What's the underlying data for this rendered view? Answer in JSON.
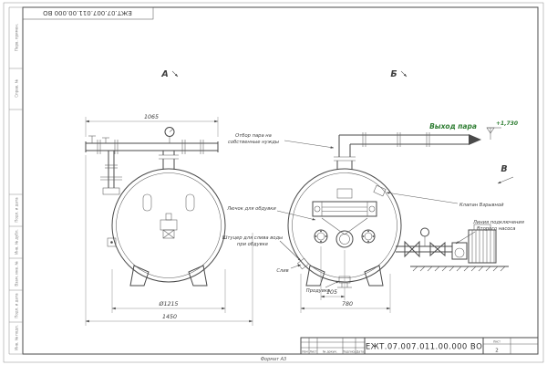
{
  "sheet": {
    "format": "Формат А3",
    "doc_number_top": "ЕЖТ.07.007.011.00.000 ВО"
  },
  "margin_stamps": {
    "perv_primen": "Перв. примен.",
    "sprav_no": "Справ. №",
    "podp_data_1": "Подп. и дата",
    "inv_dubl": "Инв. № дубл.",
    "vzam_inv": "Взам. инв. №",
    "podp_data_2": "Подп. и дата",
    "inv_podl": "Инв. № подл."
  },
  "views": {
    "a": "А",
    "b": "Б",
    "v": "В"
  },
  "annotations": {
    "steam_outlet": "Выход пара",
    "elevation": "+1,730",
    "extraction_1": "Отбор пара на",
    "extraction_2": "собственные нужды",
    "hatch": "Лючок для обдувки",
    "drain_fitting_1": "Штуцер для слива воды",
    "drain_fitting_2": "при обдувке",
    "drain": "Слив",
    "blowdown": "Продувка",
    "explosion_valve": "Клапан Взрывной",
    "pump_line_1": "Линия подключения",
    "pump_line_2": "Второго насоса"
  },
  "dimensions": {
    "pipe_span": "1065",
    "diameter": "Ø1215",
    "overall": "1450",
    "port_offset": "105",
    "leg_span": "780"
  },
  "title_block": {
    "doc_number": "ЕЖТ.07.007.011.00.000 ВО",
    "col_izm": "Изм",
    "col_list": "Лист",
    "col_doc": "№ докум.",
    "col_sign": "Подпись",
    "col_date": "Дата",
    "sheet_label": "Лист",
    "sheet_value": "2"
  },
  "colors": {
    "line": "#4a4a4a",
    "green": "#2e7d32"
  }
}
